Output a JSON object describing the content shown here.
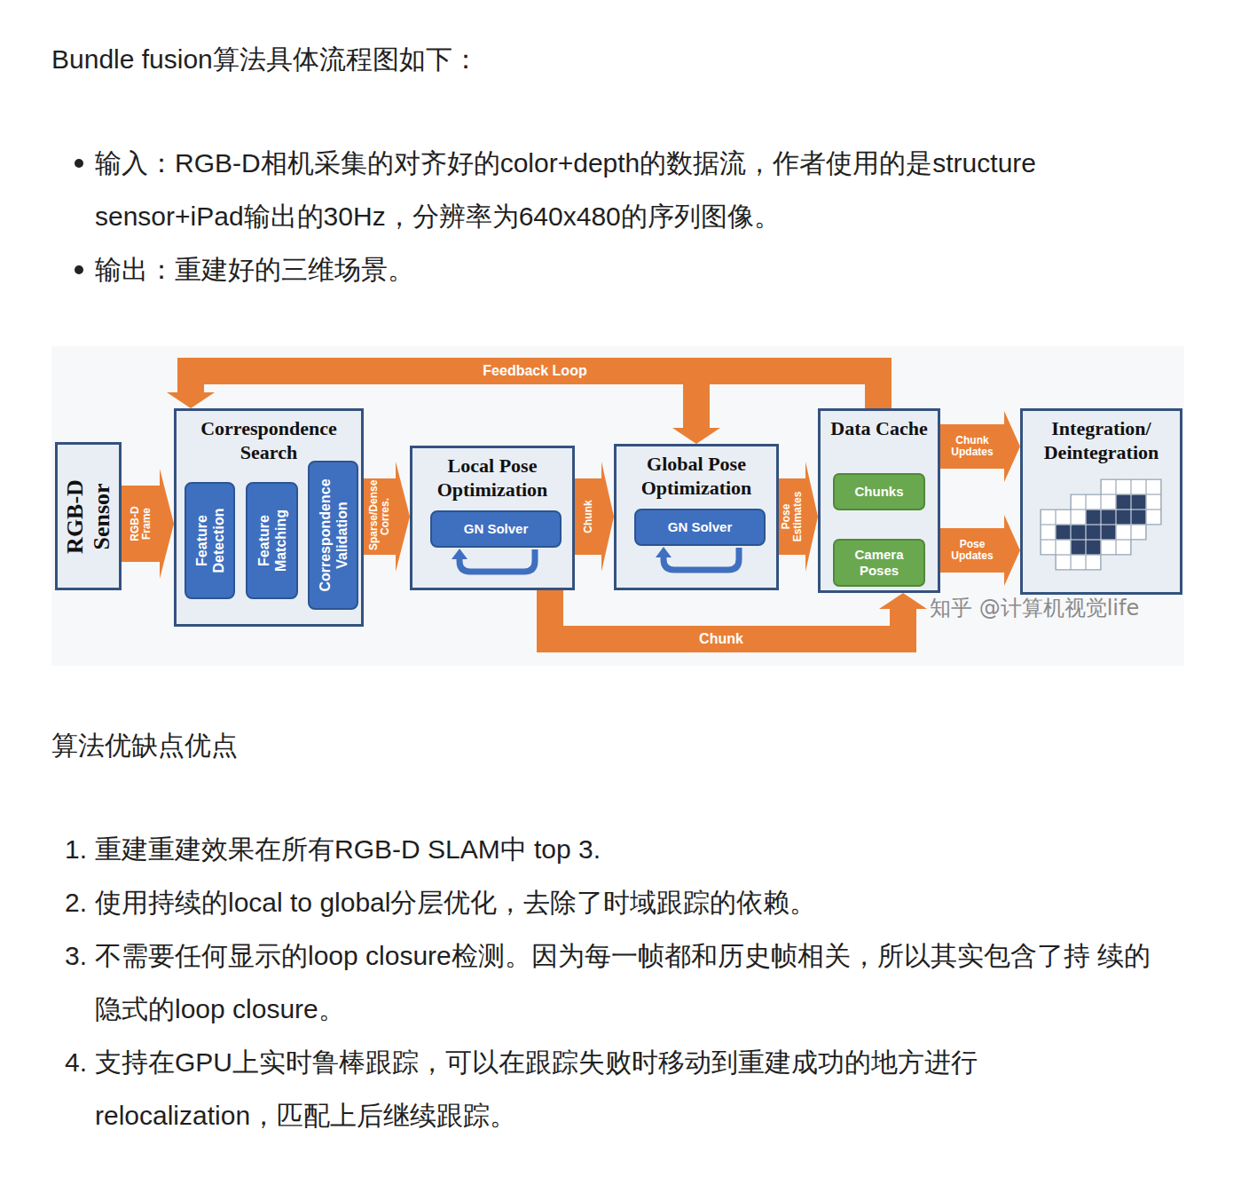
{
  "diagram": {
    "title": "Bundle fusion算法具体流程图如下：",
    "nodes": [
      {
        "text": [
          "RGB-D Sensor"
        ]
      },
      {
        "text": [
          "Correspondence Search"
        ]
      },
      {
        "text": [
          "Feature Detection"
        ],
        "in": 1
      },
      {
        "text": [
          "Feature Matching"
        ],
        "in": 1
      },
      {
        "text": [
          "Correspondence Validation"
        ],
        "in": 1
      },
      {
        "text": [
          "Local Pose Optimization"
        ]
      },
      {
        "text": [
          "GN Solver"
        ],
        "in": 5
      },
      {
        "text": [
          "Global Pose Optimization"
        ]
      },
      {
        "text": [
          "GN Solver"
        ],
        "in": 7
      },
      {
        "text": [
          "Data Cache"
        ]
      },
      {
        "text": [
          "Chunks"
        ],
        "in": 9
      },
      {
        "text": [
          "Camera Poses"
        ],
        "in": 9
      },
      {
        "text": [
          "Integration/ Deintegration"
        ]
      }
    ],
    "edges": [
      {
        "from": 0,
        "to": 1,
        "label": "RGB-D Frame",
        "arrow": "to"
      },
      {
        "from": 1,
        "to": 5,
        "label": "Sparse/Dense Corres.",
        "arrow": "to"
      },
      {
        "from": 5,
        "to": 7,
        "label": "Chunk",
        "arrow": "to"
      },
      {
        "from": 7,
        "to": 9,
        "label": "Pose Estimates",
        "arrow": "to"
      },
      {
        "from": 9,
        "to": 12,
        "label": "Chunk Updates",
        "arrow": "to"
      },
      {
        "from": 9,
        "to": 12,
        "label": "Pose Updates",
        "arrow": "to"
      },
      {
        "from": 9,
        "to": 1,
        "label": "Feedback Loop",
        "arrow": "to"
      },
      {
        "from": 9,
        "to": 7,
        "arrow": "to"
      },
      {
        "from": 5,
        "to": 9,
        "label": "Chunk",
        "arrow": "to"
      }
    ],
    "labels": [
      "输入：RGB-D相机采集的对齐好的color+depth的数据流，作者使用的是structure sensor+iPad输出的30Hz，分辨率为640x480的序列图像。",
      "输出：重建好的三维场景。",
      "算法优缺点优点",
      "1.",
      "重建重建效果在所有RGB-D SLAM中 top 3.",
      "2.",
      "使用持续的local to global分层优化，去除了时域跟踪的依赖。",
      "3.",
      "不需要任何显示的loop closure检测。因为每一帧都和历史帧相关，所以其实包含了持 续的隐式的loop closure。",
      "4.",
      "支持在GPU上实时鲁棒跟踪，可以在跟踪失败时移动到重建成功的地方进行 relocalization，匹配上后继续跟踪。",
      "知乎 @计算机视觉life"
    ]
  }
}
